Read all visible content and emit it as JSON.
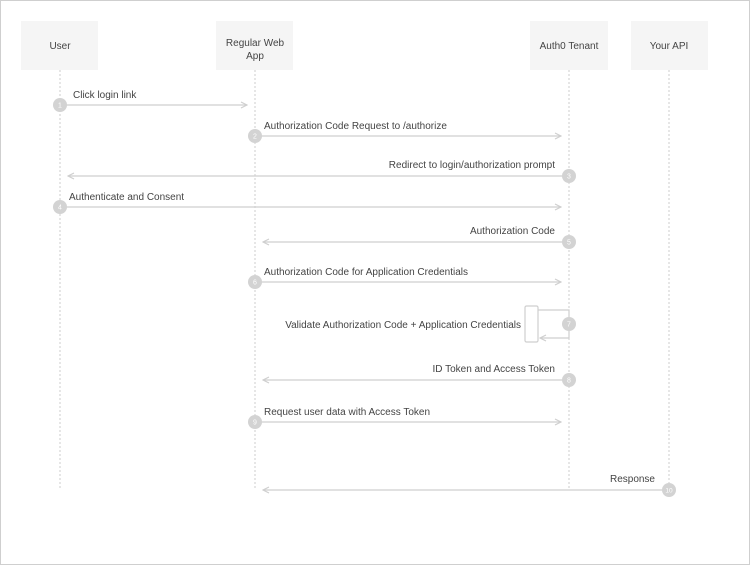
{
  "diagram": {
    "participants": [
      {
        "id": "user",
        "label": "User"
      },
      {
        "id": "app",
        "label": "Regular Web App"
      },
      {
        "id": "tenant",
        "label": "Auth0 Tenant"
      },
      {
        "id": "api",
        "label": "Your API"
      }
    ],
    "messages": [
      {
        "num": "1",
        "from": "user",
        "to": "app",
        "label": "Click login link"
      },
      {
        "num": "2",
        "from": "app",
        "to": "tenant",
        "label": "Authorization Code Request to /authorize"
      },
      {
        "num": "3",
        "from": "tenant",
        "to": "user",
        "label": "Redirect to login/authorization prompt"
      },
      {
        "num": "4",
        "from": "user",
        "to": "tenant",
        "label": "Authenticate and Consent"
      },
      {
        "num": "5",
        "from": "tenant",
        "to": "app",
        "label": "Authorization Code"
      },
      {
        "num": "6",
        "from": "app",
        "to": "tenant",
        "label": "Authorization Code for Application Credentials"
      },
      {
        "num": "7",
        "from": "tenant",
        "to": "tenant",
        "label": "Validate Authorization Code + Application Credentials"
      },
      {
        "num": "8",
        "from": "tenant",
        "to": "app",
        "label": "ID Token and Access Token"
      },
      {
        "num": "9",
        "from": "app",
        "to": "tenant",
        "label": "Request user data with Access Token"
      },
      {
        "num": "10",
        "from": "api",
        "to": "app",
        "label": "Response"
      }
    ]
  },
  "colors": {
    "box_fill": "#f5f5f5",
    "lifeline": "#cccccc",
    "arrow": "#cfcfcf",
    "badge": "#d3d3d3",
    "badge_text": "#ffffff",
    "text": "#444444"
  }
}
